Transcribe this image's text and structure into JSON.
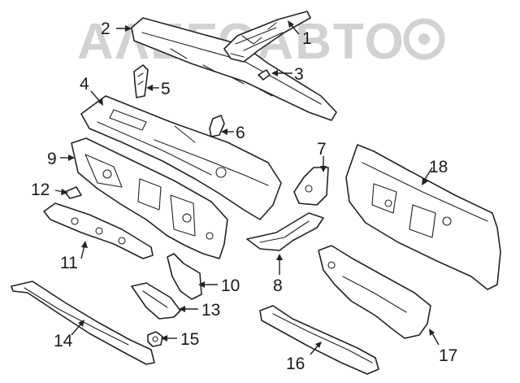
{
  "watermark": "ΑΛΕΓΟΑΒΤΟ",
  "callouts": {
    "c1": "1",
    "c2": "2",
    "c3": "3",
    "c4": "4",
    "c5": "5",
    "c6": "6",
    "c7": "7",
    "c8": "8",
    "c9": "9",
    "c10": "10",
    "c11": "11",
    "c12": "12",
    "c13": "13",
    "c14": "14",
    "c15": "15",
    "c16": "16",
    "c17": "17",
    "c18": "18"
  },
  "colors": {
    "line": "#222222",
    "watermark": "#d2d2d2",
    "background": "#ffffff"
  }
}
